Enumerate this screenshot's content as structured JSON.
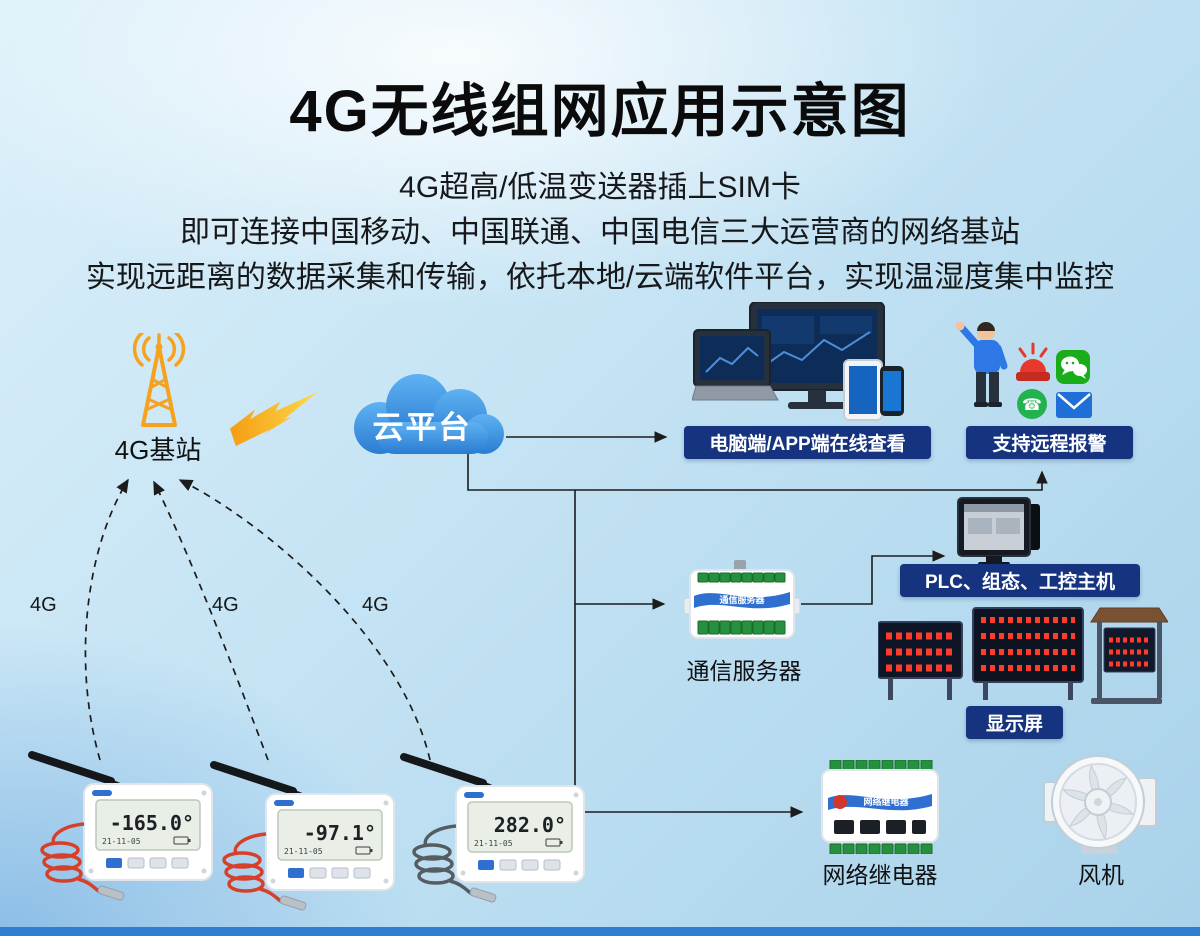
{
  "title": "4G无线组网应用示意图",
  "subtitle": [
    "4G超高/低温变送器插上SIM卡",
    "即可连接中国移动、中国联通、中国电信三大运营商的网络基站",
    "实现远距离的数据采集和传输，依托本地/云端软件平台，实现温湿度集中监控"
  ],
  "labels": {
    "base_station": "4G基站",
    "cloud": "云平台",
    "uplink": "4G",
    "pc_badge": "电脑端/APP端在线查看",
    "alarm_badge": "支持远程报警",
    "plc_badge": "PLC、组态、工控主机",
    "display_badge": "显示屏",
    "comm_server": "通信服务器",
    "relay": "网络继电器",
    "fan": "风机"
  },
  "devices": {
    "comm_server_text": "通信服务器",
    "relay_text": "网络继电器",
    "loggers": [
      {
        "reading": "-165.0°",
        "date": "21-11-05"
      },
      {
        "reading": "-97.1°",
        "date": "21-11-05"
      },
      {
        "reading": "282.0°",
        "date": "21-11-05"
      }
    ]
  },
  "colors": {
    "badge_navy": "#16337f",
    "cloud_blue": "#2a7cd2",
    "tower_orange": "#f6a21e",
    "lightning_yellow": "#ffd84a",
    "alarm_red": "#e8372c",
    "wechat_green": "#1aad19",
    "phone_green": "#22b24e",
    "mail_blue": "#1e6fd6",
    "led_red": "#ff3b2c",
    "cable_red": "#d6402a"
  }
}
